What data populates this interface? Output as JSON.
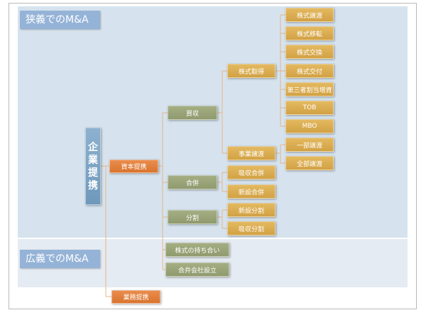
{
  "regions": {
    "narrow": "狭義でのM&A",
    "broad": "広義でのM&A"
  },
  "root": [
    "企",
    "業",
    "提",
    "携"
  ],
  "level1": {
    "capital": "資本提携",
    "business": "業務提携"
  },
  "level2": {
    "acquisition": "買収",
    "merger": "合併",
    "split": "分割",
    "cross_holding": "株式の持ち合い",
    "joint_venture": "合弁会社設立"
  },
  "level3": {
    "stock_acquisition": "株式取得",
    "business_transfer": "事業譲渡",
    "absorption_merger": "吸収合併",
    "new_merger": "新設合併",
    "new_split": "新設分割",
    "absorption_split": "吸収分割"
  },
  "level4": {
    "stock_methods": [
      "株式譲渡",
      "株式移転",
      "株式交換",
      "株式交付",
      "第三者割当増資",
      "TOB",
      "MBO"
    ],
    "transfer_methods": [
      "一部譲渡",
      "全部譲渡"
    ]
  },
  "colors": {
    "gold": "#d9aa4f",
    "olive": "#99a478",
    "orange": "#e07e3a",
    "steel": "#7ea4c5",
    "connector": "#e6b486"
  }
}
